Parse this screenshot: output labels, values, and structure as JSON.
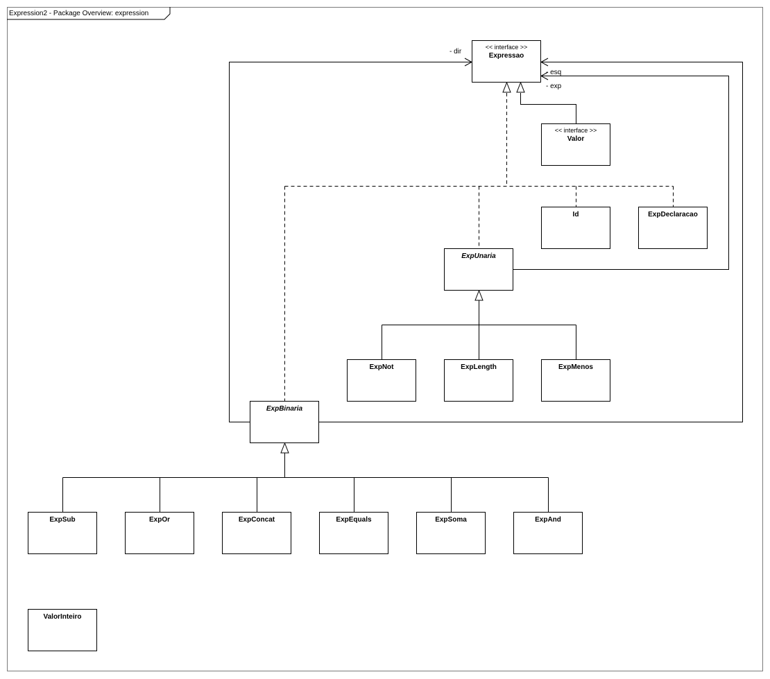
{
  "frame": {
    "title": "Expression2 - Package Overview: expression"
  },
  "classes": {
    "expressao": {
      "stereotype": "<< interface >>",
      "name": "Expressao"
    },
    "valor": {
      "stereotype": "<< interface >>",
      "name": "Valor"
    },
    "id": {
      "name": "Id"
    },
    "exp_declaracao": {
      "name": "ExpDeclaracao"
    },
    "exp_unaria": {
      "name": "ExpUnaria"
    },
    "exp_not": {
      "name": "ExpNot"
    },
    "exp_length": {
      "name": "ExpLength"
    },
    "exp_menos": {
      "name": "ExpMenos"
    },
    "exp_binaria": {
      "name": "ExpBinaria"
    },
    "exp_sub": {
      "name": "ExpSub"
    },
    "exp_or": {
      "name": "ExpOr"
    },
    "exp_concat": {
      "name": "ExpConcat"
    },
    "exp_equals": {
      "name": "ExpEquals"
    },
    "exp_soma": {
      "name": "ExpSoma"
    },
    "exp_and": {
      "name": "ExpAnd"
    },
    "valor_inteiro": {
      "name": "ValorInteiro"
    }
  },
  "roles": {
    "dir": "- dir",
    "esq": "- esq",
    "exp": "- exp"
  }
}
